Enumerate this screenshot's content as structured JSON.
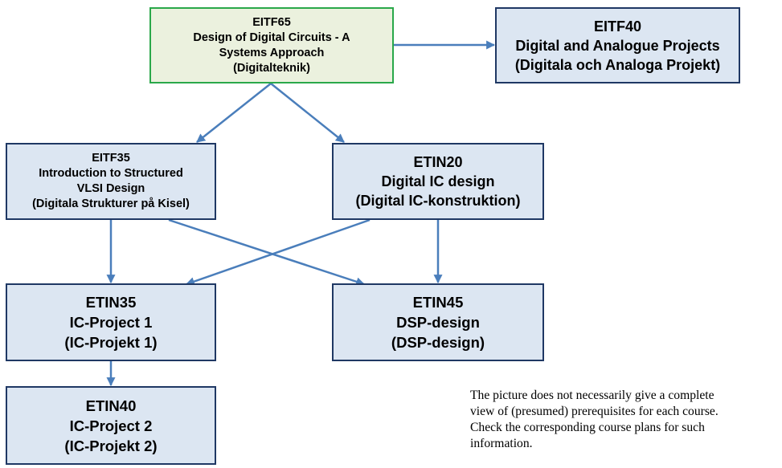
{
  "courses": {
    "eitf65": {
      "code": "EITF65",
      "title_lines": [
        "Design of Digital Circuits - A",
        "Systems Approach"
      ],
      "swedish": "(Digitalteknik)"
    },
    "eitf40": {
      "code": "EITF40",
      "title": "Digital and Analogue Projects",
      "swedish": "(Digitala och Analoga Projekt)"
    },
    "eitf35": {
      "code": "EITF35",
      "title_lines": [
        "Introduction to Structured",
        "VLSI Design"
      ],
      "swedish": "(Digitala Strukturer på Kisel)"
    },
    "etin20": {
      "code": "ETIN20",
      "title": "Digital IC design",
      "swedish": "(Digital IC-konstruktion)"
    },
    "etin35": {
      "code": "ETIN35",
      "title": "IC-Project 1",
      "swedish": "(IC-Projekt 1)"
    },
    "etin45": {
      "code": "ETIN45",
      "title": "DSP-design",
      "swedish": "(DSP-design)"
    },
    "etin40": {
      "code": "ETIN40",
      "title": "IC-Project 2",
      "swedish": "(IC-Projekt 2)"
    }
  },
  "edges": [
    {
      "from": "EITF65",
      "to": "EITF40"
    },
    {
      "from": "EITF65",
      "to": "EITF35"
    },
    {
      "from": "EITF65",
      "to": "ETIN20"
    },
    {
      "from": "EITF35",
      "to": "ETIN35"
    },
    {
      "from": "EITF35",
      "to": "ETIN45"
    },
    {
      "from": "ETIN20",
      "to": "ETIN35"
    },
    {
      "from": "ETIN20",
      "to": "ETIN45"
    },
    {
      "from": "ETIN35",
      "to": "ETIN40"
    }
  ],
  "colors": {
    "box_fill": "#dce6f2",
    "box_border": "#1f3864",
    "root_fill": "#ebf1de",
    "root_border": "#2aa84a",
    "arrow": "#4a7ebb"
  },
  "note_lines": [
    "The picture does not necessarily give a complete",
    "view of (presumed) prerequisites for each course.",
    "Check the corresponding course plans for such",
    "information."
  ]
}
